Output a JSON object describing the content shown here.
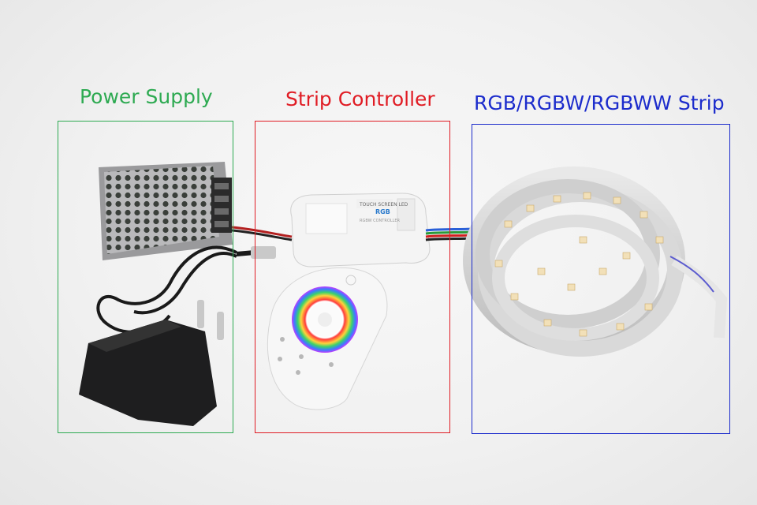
{
  "labels": {
    "power_supply": "Power Supply",
    "strip_controller": "Strip Controller",
    "strip": "RGB/RGBW/RGBWW Strip"
  },
  "colors": {
    "power_supply": "#2eaa52",
    "strip_controller": "#e01c24",
    "strip": "#1c2ccc"
  },
  "controller_box_text": {
    "top": "TOUCH SCREEN LED",
    "brand": "RGB",
    "sub": "RGBW CONTROLLER"
  }
}
